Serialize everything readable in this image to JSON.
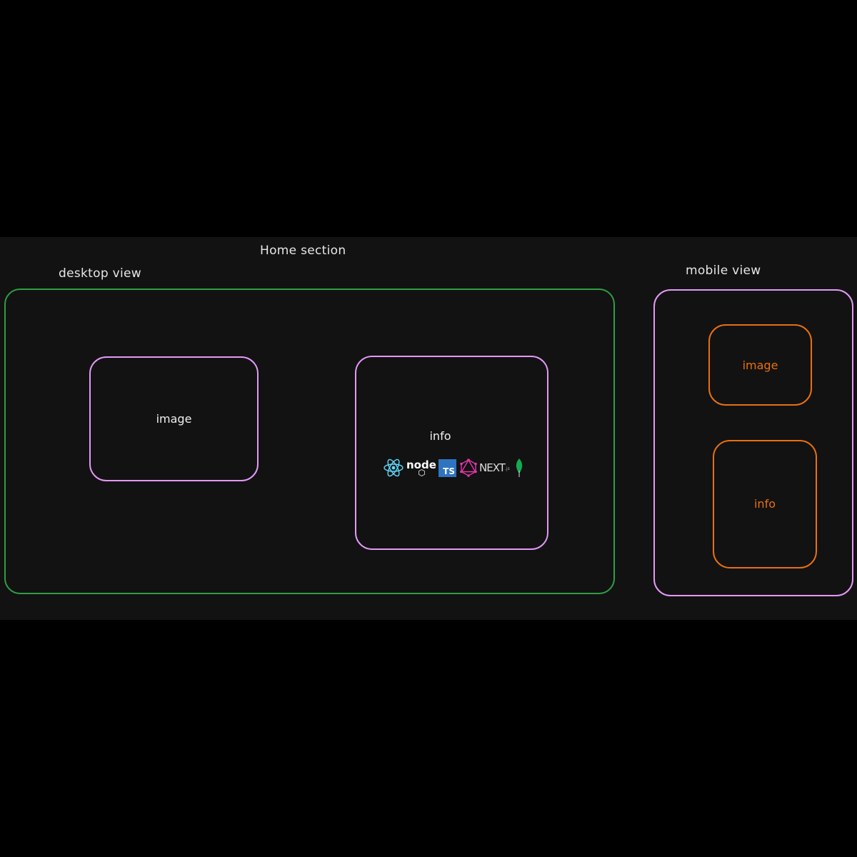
{
  "title": "Home section",
  "desktop": {
    "label": "desktop view",
    "image_label": "image",
    "info_label": "info",
    "tech_icons": [
      "react-icon",
      "nodejs-icon",
      "typescript-icon",
      "graphql-icon",
      "nextjs-icon",
      "mongodb-icon"
    ]
  },
  "mobile": {
    "label": "mobile view",
    "image_label": "image",
    "info_label": "info"
  },
  "colors": {
    "background": "#000000",
    "canvas": "#121212",
    "desktop_border": "#2f9e44",
    "box_border": "#e599f7",
    "mobile_item_border": "#e8700f",
    "text": "#e6e6e6"
  },
  "icon_text": {
    "node": "node",
    "ts": "TS",
    "next": "NEXT",
    "next_suffix": ".js"
  }
}
